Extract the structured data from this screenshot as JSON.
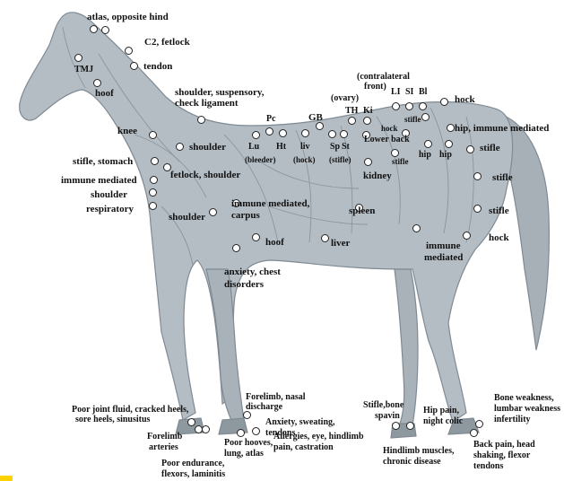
{
  "colors": {
    "horse_fill": "#b4bdc4",
    "horse_dark": "#7f8a93",
    "muscle_line": "#8b959d",
    "dot_stroke": "#222222",
    "text": "#111111",
    "marker": "#ffd200"
  },
  "labels": {
    "atlas": "atlas, opposite hind",
    "c2": "C2, fetlock",
    "tmj": "TMJ",
    "tendon": "tendon",
    "hoof_head": "hoof",
    "shoulder_susp_1": "shoulder, suspensory,",
    "shoulder_susp_2": "check ligament",
    "contralateral_1": "(contralateral",
    "contralateral_2": "front)",
    "ovary": "(ovary)",
    "li": "LI",
    "si": "SI",
    "bl": "Bl",
    "th": "TH",
    "ki": "Ki",
    "hock_top": "hock",
    "pc": "Pc",
    "gb": "GB",
    "stifle_back": "stifle",
    "hip_immune": "hip, immune mediated",
    "knee": "knee",
    "shoulder_mid": "shoulder",
    "lu": "Lu",
    "ht": "Ht",
    "liv": "liv",
    "sp": "Sp",
    "st": "St",
    "hock_small": "hock",
    "lower_back": "Lower back",
    "bleeder": "(bleeder)",
    "hock_paren": "(hock)",
    "stifle_paren": "(stifle)",
    "stifle_small": "stifle",
    "stifle_r1": "stifle",
    "hip1": "hip",
    "hip2": "hip",
    "stifle_stomach": "stifle, stomach",
    "fetlock_shoulder": "fetlock, shoulder",
    "kidney": "kidney",
    "stifle_r2": "stifle",
    "immune_left": "immune mediated",
    "shoulder_left": "shoulder",
    "respiratory": "respiratory",
    "immune_carpus_1": "immune mediated,",
    "immune_carpus_2": "carpus",
    "shoulder_low": "shoulder",
    "spleen": "spleen",
    "stifle_r3": "stifle",
    "hoof_mid": "hoof",
    "liver": "liver",
    "hock_right": "hock",
    "immune_rear_1": "immune",
    "immune_rear_2": "mediated",
    "anxiety_chest_1": "anxiety, chest",
    "anxiety_chest_2": "disorders",
    "forelimb_nasal_1": "Forelimb, nasal",
    "forelimb_nasal_2": "discharge",
    "stifle_bone_1": "Stifle,bone",
    "stifle_bone_2": "spavin",
    "bone_weak_1": "Bone weakness,",
    "bone_weak_2": "lumbar weakness",
    "bone_weak_3": "infertility",
    "poor_joint_1": "Poor joint fluid, cracked heels,",
    "poor_joint_2": "sore heels, sinusitus",
    "anxiety_sweat_1": "Anxiety, sweating,",
    "anxiety_sweat_2": "tendons",
    "hip_pain_1": "Hip pain,",
    "hip_pain_2": "night colic",
    "forelimb_art_1": "Forelimb",
    "forelimb_art_2": "arteries",
    "poor_hooves_1": "Poor hooves,",
    "poor_hooves_2": "lung, atlas",
    "allergies_1": "Allergies, eye, hindlimb",
    "allergies_2": "pain, castration",
    "back_pain_1": "Back pain, head",
    "back_pain_2": "shaking, flexor",
    "back_pain_3": "tendons",
    "hindlimb_muscles_1": "Hindlimb muscles,",
    "hindlimb_muscles_2": "chronic disease",
    "poor_endurance_1": "Poor endurance,",
    "poor_endurance_2": "flexors, laminitis"
  }
}
